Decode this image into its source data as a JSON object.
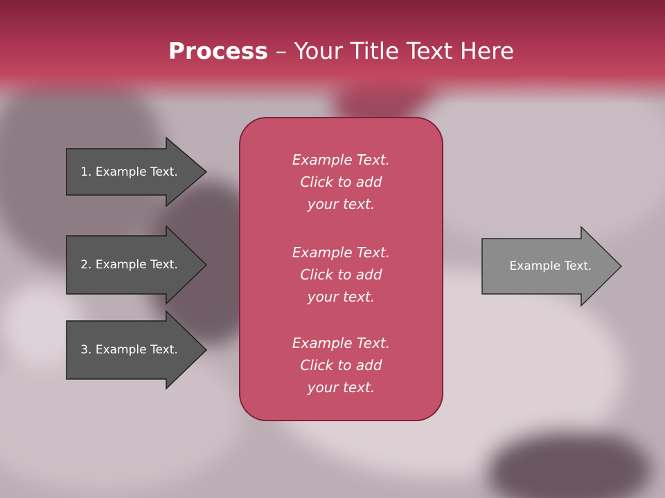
{
  "title": {
    "bold": "Process",
    "dash": "–",
    "rest": "Your Title Text Here"
  },
  "left_arrows": [
    {
      "label": "1. Example Text."
    },
    {
      "label": "2. Example Text."
    },
    {
      "label": "3. Example Text."
    }
  ],
  "center_box": {
    "items": [
      {
        "lines": [
          "Example Text.",
          "Click  to add",
          "your text."
        ]
      },
      {
        "lines": [
          "Example Text.",
          "Click  to add",
          "your text."
        ]
      },
      {
        "lines": [
          "Example Text.",
          "Click  to add",
          "your text."
        ]
      }
    ]
  },
  "right_arrow": {
    "label": "Example Text."
  },
  "colors": {
    "title_bar": "#a83451",
    "left_arrow_fill": "#5a5a5a",
    "right_arrow_fill": "#8c8c8c",
    "box_fill": "#c4526a",
    "box_border": "#7d2239"
  }
}
